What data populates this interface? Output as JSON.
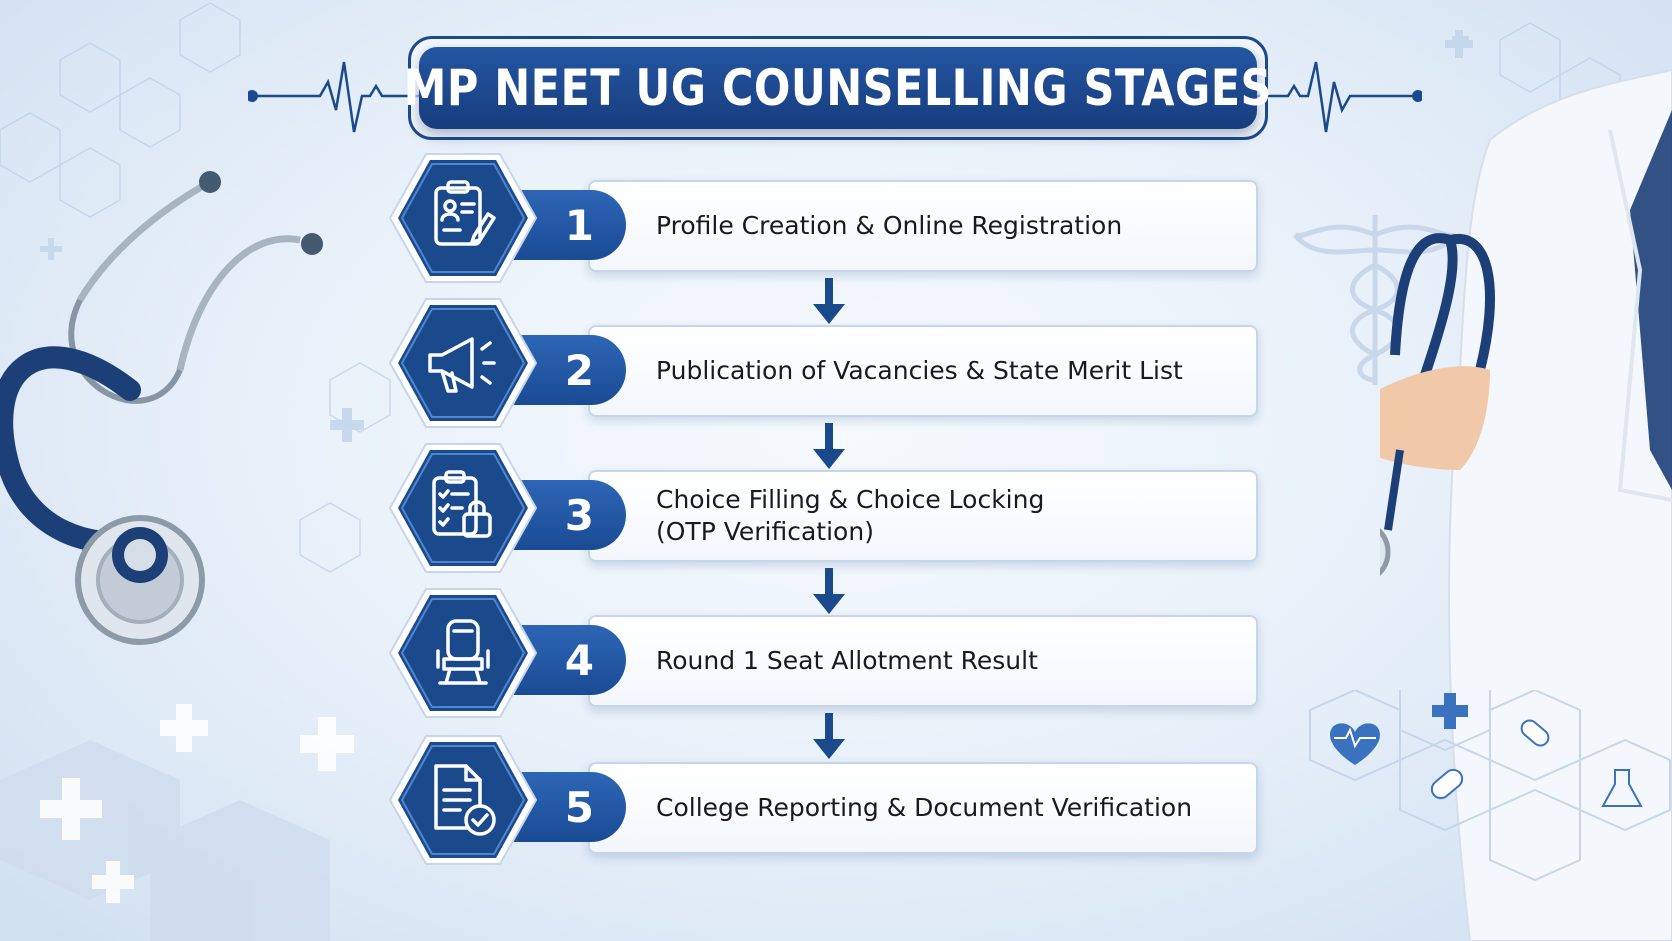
{
  "title": "MP NEET UG COUNSELLING STAGES",
  "stages": [
    {
      "number": "1",
      "lines": [
        "Profile Creation & Online Registration"
      ],
      "icon": "clipboard-profile-icon"
    },
    {
      "number": "2",
      "lines": [
        "Publication of Vacancies & State Merit List"
      ],
      "icon": "megaphone-icon"
    },
    {
      "number": "3",
      "lines": [
        "Choice Filling & Choice Locking",
        "(OTP Verification)"
      ],
      "icon": "checklist-lock-icon"
    },
    {
      "number": "4",
      "lines": [
        "Round 1 Seat Allotment Result"
      ],
      "icon": "seat-icon"
    },
    {
      "number": "5",
      "lines": [
        "College Reporting & Document Verification"
      ],
      "icon": "document-check-icon"
    }
  ],
  "colors": {
    "primary": "#1b4a8c",
    "accent": "#2d66b5",
    "card_border": "#c6d6ea",
    "background": "#e6eff9"
  }
}
